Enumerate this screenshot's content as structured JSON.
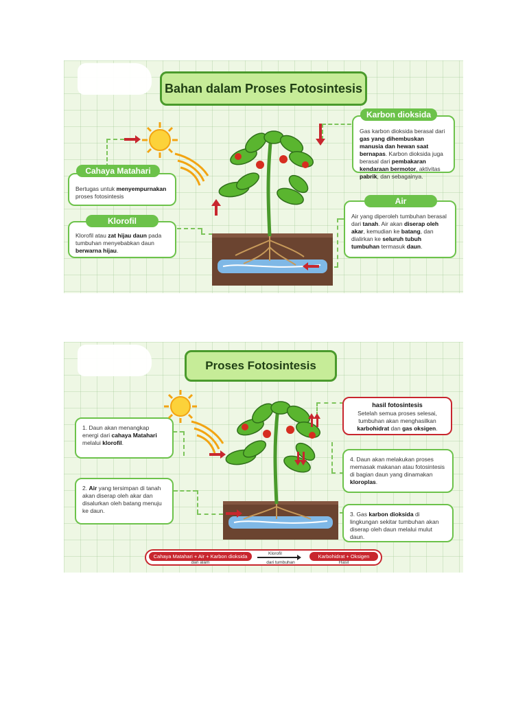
{
  "panel1": {
    "title": "Bahan dalam Proses Fotosintesis",
    "cahaya": {
      "label": "Cahaya Matahari",
      "t1": "Bertugas untuk ",
      "b1": "menyempurnakan",
      "t2": " proses fotosintesis"
    },
    "klorofil": {
      "label": "Klorofil",
      "t1": "Klorofil atau ",
      "b1": "zat hijau daun",
      "t2": " pada tumbuhan menyebabkan daun ",
      "b2": "berwarna hijau",
      "t3": "."
    },
    "karbon": {
      "label": "Karbon dioksida",
      "t1": "Gas karbon dioksida berasal dari ",
      "b1": "gas yang dihembuskan manusia dan hewan saat bernapas",
      "t2": ". Karbon dioksida juga berasal dari ",
      "b2": "pembakaran kendaraan bermotor",
      "t3": ", aktivitas ",
      "b3": "pabrik",
      "t4": ", dan sebagainya."
    },
    "air": {
      "label": "Air",
      "t1": "Air yang diperoleh tumbuhan berasal dari ",
      "b1": "tanah",
      "t2": ". Air akan ",
      "b2": "diserap oleh akar",
      "t3": ", kemudian ke ",
      "b3": "batang",
      "t4": ", dan dialirkan ke ",
      "b4": "seluruh tubuh tumbuhan",
      "t5": " termasuk ",
      "b5": "daun",
      "t6": "."
    }
  },
  "panel2": {
    "title": "Proses Fotosintesis",
    "s1": {
      "t1": "1. Daun akan menangkap energi dari ",
      "b1": "cahaya Matahari",
      "t2": " melalui ",
      "b2": "klorofil",
      "t3": "."
    },
    "s2": {
      "t0": "2. ",
      "b1": "Air",
      "t1": " yang tersimpan di tanah akan diserap oleh akar dan disalurkan oleh batang menuju ke daun."
    },
    "hasil": {
      "title": "hasil fotosintesis",
      "t1": "Setelah semua proses selesai, tumbuhan akan menghasilkan ",
      "b1": "karbohidrat",
      "t2": " dan ",
      "b2": "gas oksigen",
      "t3": "."
    },
    "s4": {
      "t1": "4. Daun akan melakukan proses memasak makanan atau fotosintesis di bagian daun yang dinamakan ",
      "b1": "kloroplas",
      "t2": "."
    },
    "s3": {
      "t1": "3. Gas ",
      "b1": "karbon dioksida",
      "t2": " di lingkungan sekitar tumbuhan akan diserap oleh daun melalui mulut daun."
    },
    "equation": {
      "left": "Cahaya Matahari + Air + Karbon dioksida",
      "left_sub": "dari alam",
      "arrow_top": "Klorofil",
      "arrow_sub": "dari tumbuhan",
      "right": "Karbohidrat + Oksigen",
      "right_sub": "Hasil"
    }
  },
  "colors": {
    "green_border": "#6cc24a",
    "title_fill": "#c6ec98",
    "red": "#c8262e",
    "soil": "#6b4430",
    "water": "#7fb8e6"
  }
}
